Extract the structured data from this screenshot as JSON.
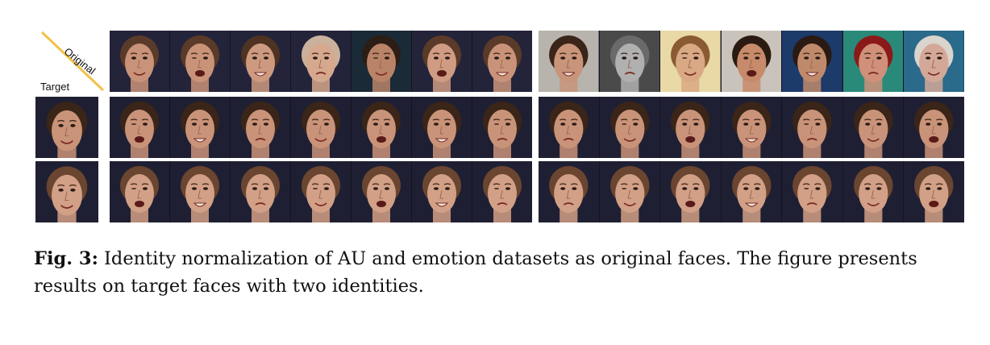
{
  "figure": {
    "corner": {
      "original_label": "Original",
      "target_label": "Target",
      "diagonal_color": "#f2c14a"
    },
    "header_faces": {
      "left_group": [
        {
          "skin": "#c99379",
          "hair": "#5a3a28",
          "bg": "#23233a"
        },
        {
          "skin": "#c99379",
          "hair": "#5a3a28",
          "bg": "#23233a"
        },
        {
          "skin": "#cd9a80",
          "hair": "#4e3322",
          "bg": "#23233a"
        },
        {
          "skin": "#d6a88e",
          "hair": "#c9b19b",
          "bg": "#23233a"
        },
        {
          "skin": "#b98368",
          "hair": "#2c1d15",
          "bg": "#1a2a36"
        },
        {
          "skin": "#cf9b82",
          "hair": "#5a3a28",
          "bg": "#23233a"
        },
        {
          "skin": "#c99379",
          "hair": "#5a3a28",
          "bg": "#23233a"
        }
      ],
      "right_group": [
        {
          "skin": "#c8947a",
          "hair": "#3a2518",
          "bg": "#b8b4ad"
        },
        {
          "skin": "#b0b0b0",
          "hair": "#6a6a6a",
          "bg": "#4a4a4a"
        },
        {
          "skin": "#d9a884",
          "hair": "#8a5a33",
          "bg": "#e8d9a6"
        },
        {
          "skin": "#c78a6a",
          "hair": "#2a1a12",
          "bg": "#c9c3bb"
        },
        {
          "skin": "#bf8a6c",
          "hair": "#2a1a12",
          "bg": "#1c3a6a"
        },
        {
          "skin": "#d0907a",
          "hair": "#8a1a1a",
          "bg": "#2a8a7a"
        },
        {
          "skin": "#d4a898",
          "hair": "#d9d4cc",
          "bg": "#2a6a8a"
        }
      ]
    },
    "target_rows": [
      {
        "skin": "#c99379",
        "hair": "#3a2518",
        "bg": "#1f1f33"
      },
      {
        "skin": "#d2a086",
        "hair": "#6a4530",
        "bg": "#1f1f33"
      }
    ]
  },
  "caption": {
    "label": "Fig. 3:",
    "text": " Identity normalization of AU and emotion datasets as original faces. The figure presents results on target faces with two identities."
  }
}
